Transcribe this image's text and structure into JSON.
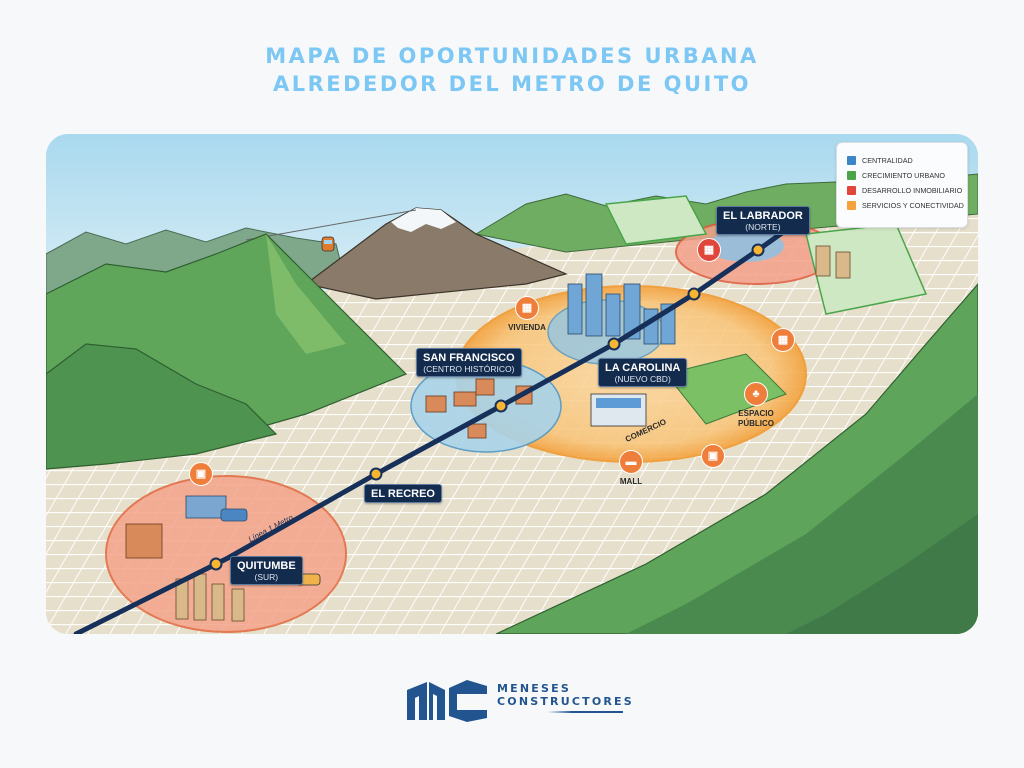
{
  "title": {
    "line1": "MAPA DE OPORTUNIDADES URBANA",
    "line2": "ALREDEDOR DEL METRO DE QUITO"
  },
  "legend": {
    "items": [
      {
        "label": "CENTRALIDAD",
        "color": "#3a86c8"
      },
      {
        "label": "CRECIMIENTO URBANO",
        "color": "#4aa54a"
      },
      {
        "label": "DESARROLLO INMOBILIARIO",
        "color": "#e0463a"
      },
      {
        "label": "SERVICIOS Y CONECTIVIDAD",
        "color": "#f4a23c"
      }
    ]
  },
  "metro_line": {
    "label": "Línea 1 Metro",
    "color": "#16305a"
  },
  "stations": [
    {
      "name": "EL LABRADOR",
      "sub": "(NORTE)"
    },
    {
      "name": "LA CAROLINA",
      "sub": "(NUEVO CBD)"
    },
    {
      "name": "SAN FRANCISCO",
      "sub": "(CENTRO HISTÓRICO)"
    },
    {
      "name": "EL RECREO",
      "sub": ""
    },
    {
      "name": "QUITUMBE",
      "sub": "(SUR)"
    }
  ],
  "points_of_interest": [
    {
      "label": "VIVIENDA",
      "icon": "building-icon"
    },
    {
      "label": "ESPACIO PÚBLICO",
      "icon": "people-park-icon"
    },
    {
      "label": "COMERCIO",
      "icon": ""
    },
    {
      "label": "MALL",
      "icon": "truck-icon"
    },
    {
      "label": "",
      "icon": "bus-icon"
    }
  ],
  "brand": {
    "monogram": "MC",
    "name_line1": "MENESES",
    "name_line2": "CONSTRUCTORES",
    "color": "#22558f"
  }
}
